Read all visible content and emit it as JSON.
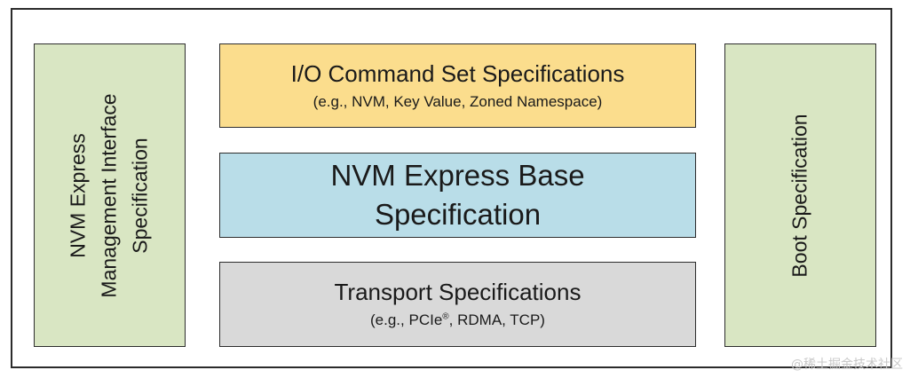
{
  "diagram": {
    "management_interface": {
      "lines": [
        "NVM Express",
        "Management Interface",
        "Specification"
      ]
    },
    "boot": {
      "label": "Boot Specification"
    },
    "io_command_set": {
      "title": "I/O Command Set Specifications",
      "subtitle": "(e.g., NVM, Key Value, Zoned Namespace)"
    },
    "base": {
      "line1": "NVM Express Base",
      "line2": "Specification"
    },
    "transport": {
      "title": "Transport Specifications",
      "subtitle_prefix": "(e.g., PCIe",
      "subtitle_sup": "®",
      "subtitle_suffix": ", RDMA, TCP)"
    }
  },
  "watermark": "@稀土掘金技术社区",
  "colors": {
    "green": "#d9e6c3",
    "yellow": "#fbdd8d",
    "blue": "#b9dde8",
    "gray": "#d9d9d9"
  }
}
